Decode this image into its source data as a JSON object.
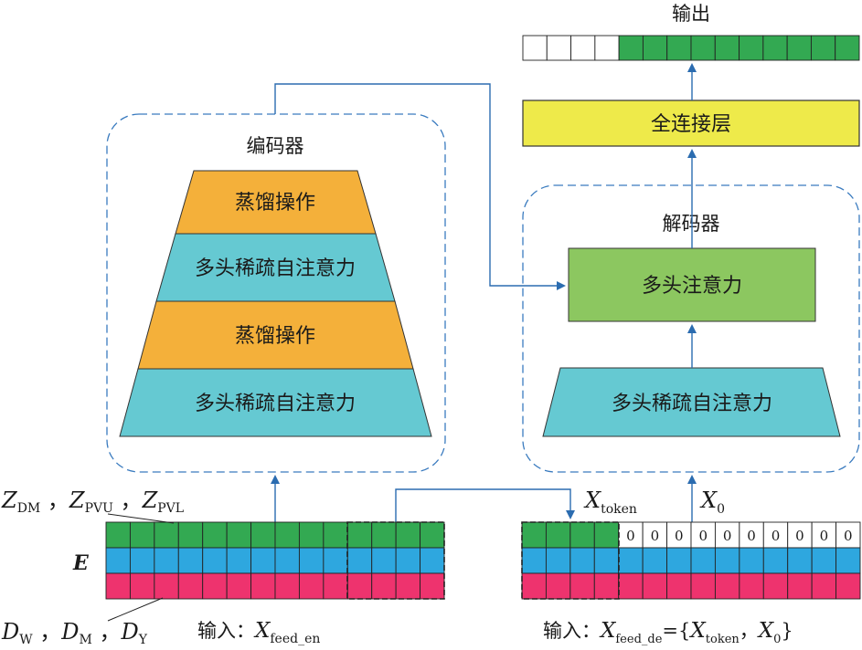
{
  "output": {
    "label": "输出",
    "empty_cells": 4,
    "filled_cells": 10,
    "filled_color": "#33a952"
  },
  "fc_layer": {
    "label": "全连接层",
    "color": "#eeea4a"
  },
  "encoder": {
    "title": "编码器",
    "layers": [
      "蒸馏操作",
      "多头稀疏自注意力",
      "蒸馏操作",
      "多头稀疏自注意力"
    ],
    "distill_color": "#f4b03a",
    "attn_color": "#65c9d2"
  },
  "decoder": {
    "title": "解码器",
    "mha_label": "多头注意力",
    "mha_color": "#8cc760",
    "sparse_attn_label": "多头稀疏自注意力"
  },
  "encoder_input": {
    "z_label": {
      "var": "Z",
      "subs": [
        "DM",
        "PVU",
        "PVL"
      ]
    },
    "e_label": "E",
    "d_label": {
      "var": "D",
      "subs": [
        "W",
        "M",
        "Y"
      ]
    },
    "caption_prefix": "输入：",
    "caption_var": "X",
    "caption_sub": "feed_en",
    "rows": [
      "#33a952",
      "#2ea7df",
      "#ee336e"
    ],
    "cols": 14
  },
  "decoder_input": {
    "xtoken": {
      "var": "X",
      "sub": "token"
    },
    "x0": {
      "var": "X",
      "sub": "0"
    },
    "zeros": [
      "0",
      "0",
      "0",
      "0",
      "0",
      "0",
      "0",
      "0",
      "0",
      "0"
    ],
    "caption_prefix": "输入：",
    "caption": {
      "var": "X",
      "sub": "feed_de",
      "eq": "={",
      "mid_var": "X",
      "mid_sub": "token",
      "sep": "，",
      "end_var": "X",
      "end_sub": "0",
      "close": "}"
    },
    "cols": 14
  },
  "colors": {
    "dashed_border": "#3a7bbf",
    "arrow": "#2b6cb0"
  }
}
